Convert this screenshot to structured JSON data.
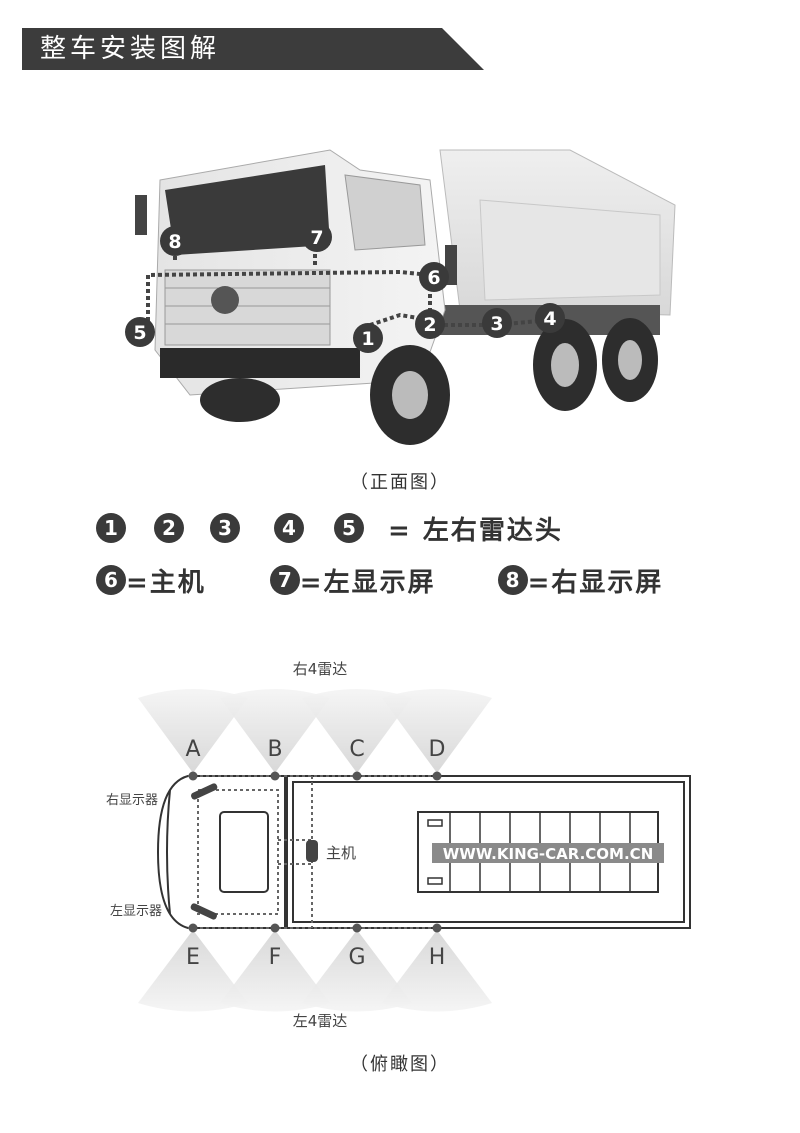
{
  "header": {
    "title": "整车安装图解"
  },
  "front_view": {
    "caption": "（正面图）",
    "markers": [
      "1",
      "2",
      "3",
      "4",
      "5",
      "6",
      "7",
      "8"
    ]
  },
  "legend": {
    "radar_numbers": [
      "1",
      "2",
      "3",
      "4",
      "5"
    ],
    "radar_text": "= 左右雷达头",
    "host_num": "6",
    "host_text": "=主机",
    "left_num": "7",
    "left_text": "=左显示屏",
    "right_num": "8",
    "right_text": "=右显示屏"
  },
  "top_view": {
    "right_radar_label": "右4雷达",
    "left_radar_label": "左4雷达",
    "right_display": "右显示器",
    "left_display": "左显示器",
    "host_label": "主机",
    "top_sensors": [
      "A",
      "B",
      "C",
      "D"
    ],
    "bottom_sensors": [
      "E",
      "F",
      "G",
      "H"
    ],
    "watermark": "WWW.KING-CAR.COM.CN",
    "caption": "（俯瞰图）"
  }
}
